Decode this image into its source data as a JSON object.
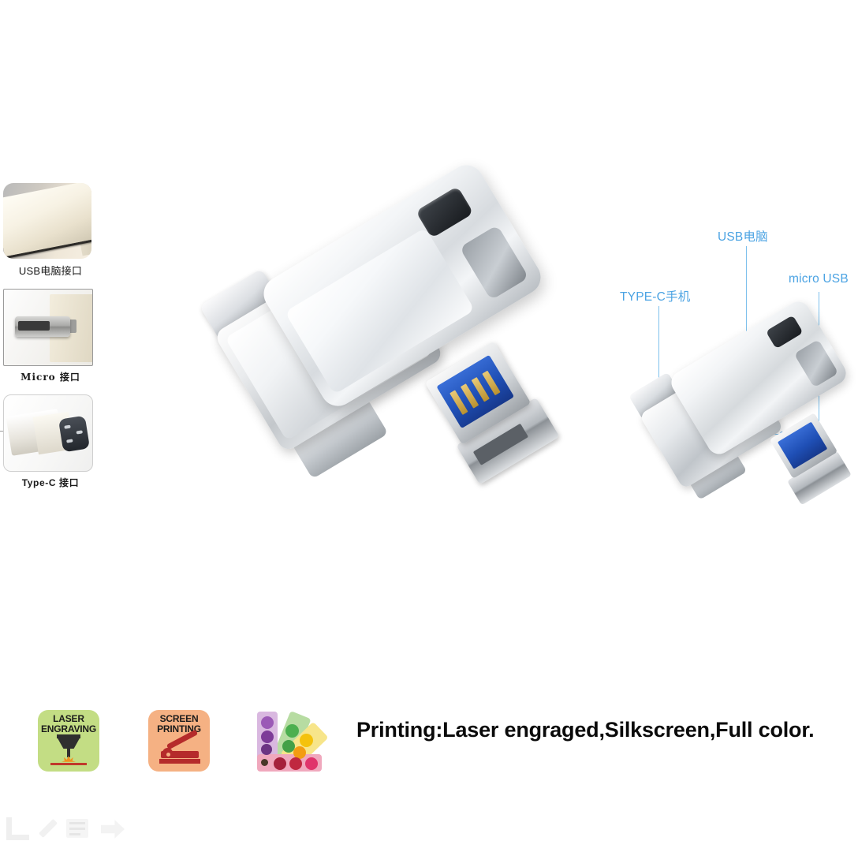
{
  "page": {
    "background": "#ffffff",
    "accent_blue": "#4ba3e3",
    "leader_blue": "#7dc0ec"
  },
  "thumbnails": [
    {
      "caption": "USB电脑接口",
      "style": "rounded",
      "icon_name": "usb-a-connector-photo"
    },
    {
      "caption": "Micro 接口",
      "style": "bordered",
      "icon_name": "micro-usb-connector-photo"
    },
    {
      "caption": "Type-C 接口",
      "style": "soft",
      "icon_name": "type-c-connector-photo"
    }
  ],
  "hero": {
    "name": "4-in-1 swivel metal USB flash drive",
    "finish": "polished silver metal"
  },
  "callouts": [
    {
      "label": "TYPE-C手机",
      "target": "type-c-tip"
    },
    {
      "label": "USB电脑",
      "target": "usb-a-connector"
    },
    {
      "label": "micro USB",
      "target": "micro-usb-connector"
    }
  ],
  "printing": {
    "badges": [
      {
        "line1": "LASER",
        "line2": "ENGRAVING",
        "bg": "#c3dd84",
        "icon_name": "laser-engraver-icon"
      },
      {
        "line1": "SCREEN",
        "line2": "PRINTING",
        "bg": "#f5b183",
        "icon_name": "screen-press-icon"
      },
      {
        "line1": "",
        "line2": "",
        "bg": "#ffffff",
        "icon_name": "color-swatch-fan-icon"
      }
    ],
    "text": "Printing:Laser engraged,Silkscreen,Full color."
  },
  "toolbar": {
    "items": [
      {
        "icon_name": "crop-icon"
      },
      {
        "icon_name": "pencil-icon"
      },
      {
        "icon_name": "text-lines-icon"
      },
      {
        "icon_name": "arrow-right-icon"
      }
    ]
  }
}
